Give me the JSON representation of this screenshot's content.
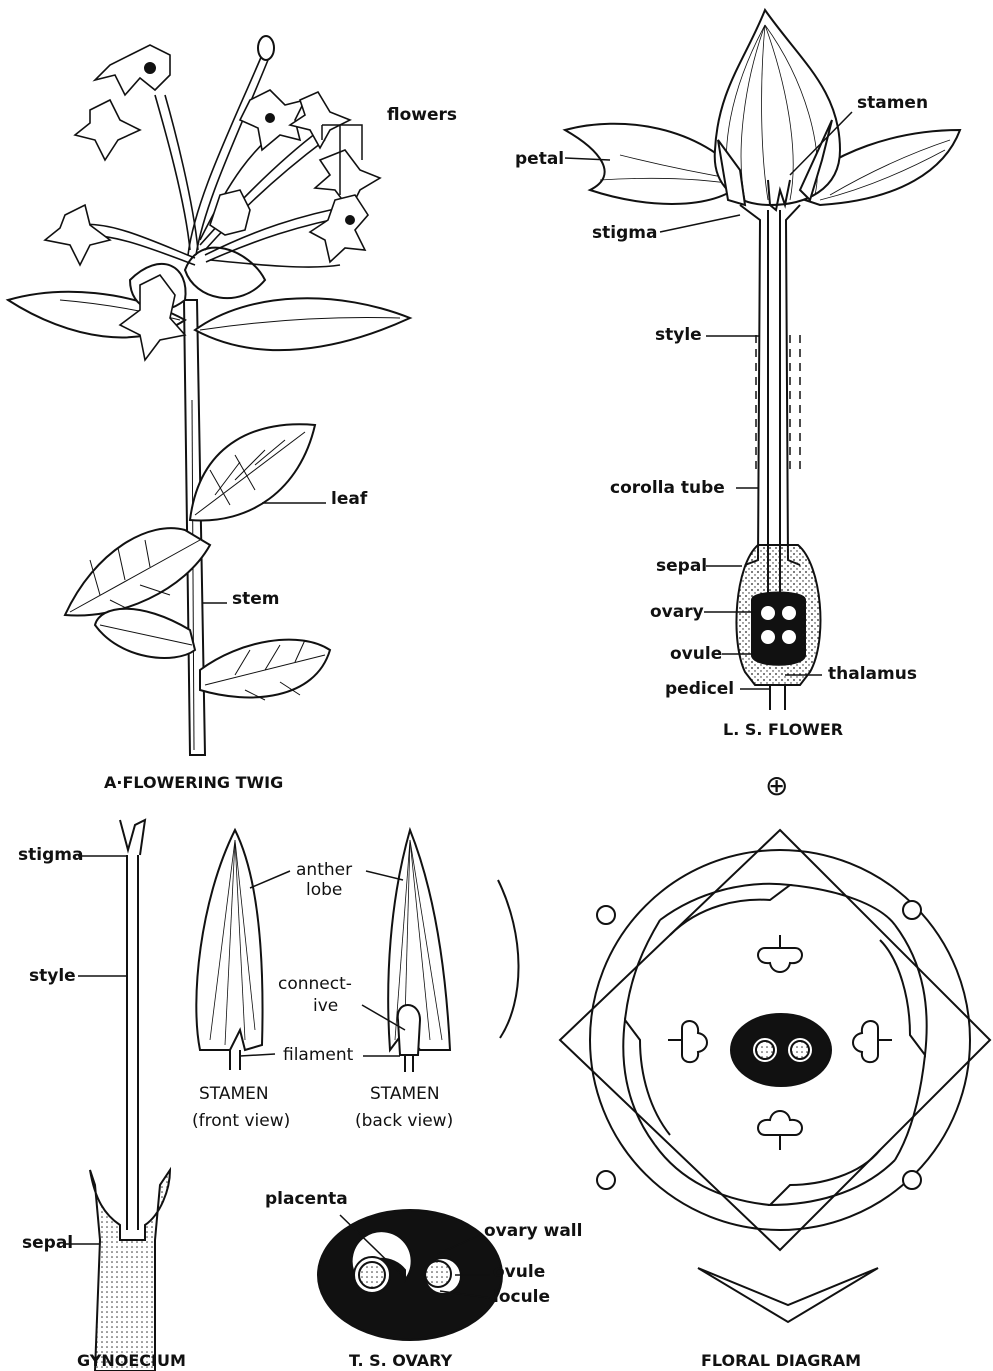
{
  "twig": {
    "caption": "A·FLOWERING TWIG",
    "labels": {
      "flowers": "flowers",
      "leaf": "leaf",
      "stem": "stem"
    }
  },
  "ls_flower": {
    "caption": "L. S. FLOWER",
    "labels": {
      "stamen": "stamen",
      "petal": "petal",
      "stigma": "stigma",
      "style": "style",
      "corolla_tube": "corolla tube",
      "sepal": "sepal",
      "ovary": "ovary",
      "ovule": "ovule",
      "thalamus": "thalamus",
      "pedicel": "pedicel"
    }
  },
  "actinomorphic_symbol": "⊕",
  "gynoecium": {
    "caption": "GYNOECIUM",
    "labels": {
      "stigma": "stigma",
      "style": "style",
      "sepal": "sepal"
    }
  },
  "stamen": {
    "front_caption_1": "STAMEN",
    "front_caption_2": "(front view)",
    "back_caption_1": "STAMEN",
    "back_caption_2": "(back view)",
    "labels": {
      "anther_1": "anther",
      "anther_2": "lobe",
      "connect_1": "connect-",
      "connect_2": "ive",
      "filament": "filament"
    }
  },
  "ts_ovary": {
    "caption": "T. S. OVARY",
    "labels": {
      "placenta": "placenta",
      "ovary_wall": "ovary wall",
      "ovule": "ovule",
      "locule": "locule"
    }
  },
  "floral_diagram": {
    "caption": "FLORAL DIAGRAM"
  }
}
